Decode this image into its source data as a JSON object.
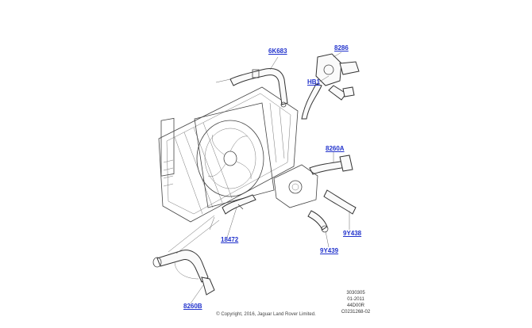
{
  "diagram": {
    "callouts": [
      {
        "id": "6k683",
        "text": "6K683"
      },
      {
        "id": "8286",
        "text": "8286"
      },
      {
        "id": "hb1",
        "text": "HB1"
      },
      {
        "id": "8260a",
        "text": "8260A"
      },
      {
        "id": "9y438",
        "text": "9Y438"
      },
      {
        "id": "18472",
        "text": "18472"
      },
      {
        "id": "9y439",
        "text": "9Y439"
      },
      {
        "id": "8260b",
        "text": "8260B"
      }
    ]
  },
  "reference": [
    "3030305",
    "01-2011",
    "44D00R",
    "C0231268-02"
  ],
  "copyright": "© Copyright, 2016, Jaguar Land Rover Limited."
}
